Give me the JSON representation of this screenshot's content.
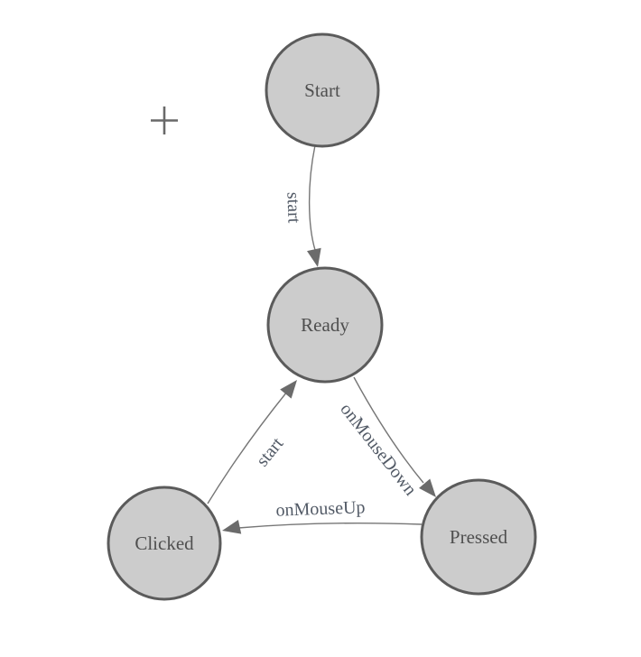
{
  "diagram": {
    "type": "finite-state-machine",
    "icons": {
      "add_node": "plus-icon"
    },
    "palette": {
      "background": "#ffffff",
      "node_fill": "#cccccc",
      "node_stroke": "#5b5b5b",
      "edge_stroke": "#767676",
      "arrow_fill": "#6b6b6b",
      "node_text": "#4f4f4f",
      "edge_text": "#525a66",
      "tool_icon": "#696969"
    },
    "nodes": [
      {
        "id": "start",
        "label": "Start"
      },
      {
        "id": "ready",
        "label": "Ready"
      },
      {
        "id": "clicked",
        "label": "Clicked"
      },
      {
        "id": "pressed",
        "label": "Pressed"
      }
    ],
    "edges": [
      {
        "id": "start-to-ready",
        "from": "Start",
        "to": "Ready",
        "label": "start"
      },
      {
        "id": "clicked-to-ready",
        "from": "Clicked",
        "to": "Ready",
        "label": "start"
      },
      {
        "id": "ready-to-pressed",
        "from": "Ready",
        "to": "Pressed",
        "label": "onMouseDown"
      },
      {
        "id": "pressed-to-clicked",
        "from": "Pressed",
        "to": "Clicked",
        "label": "onMouseUp"
      }
    ]
  }
}
